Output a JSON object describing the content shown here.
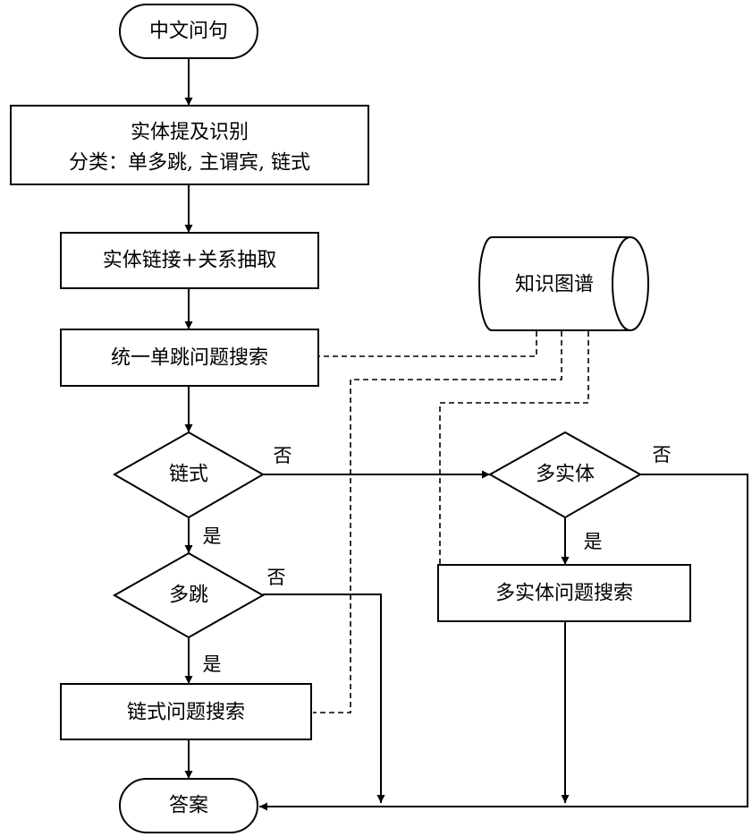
{
  "nodes": {
    "start": "中文问句",
    "entity_recognition_line1": "实体提及识别",
    "entity_recognition_line2": "分类：单多跳, 主谓宾, 链式",
    "entity_linking": "实体链接+关系抽取",
    "single_hop_search": "统一单跳问题搜索",
    "knowledge_graph": "知识图谱",
    "decision_chain": "链式",
    "decision_multi_hop": "多跳",
    "decision_multi_entity": "多实体",
    "chain_search": "链式问题搜索",
    "multi_entity_search": "多实体问题搜索",
    "answer": "答案"
  },
  "edge_labels": {
    "chain_no": "否",
    "chain_yes": "是",
    "multi_hop_no": "否",
    "multi_hop_yes": "是",
    "multi_entity_no": "否",
    "multi_entity_yes": "是"
  }
}
